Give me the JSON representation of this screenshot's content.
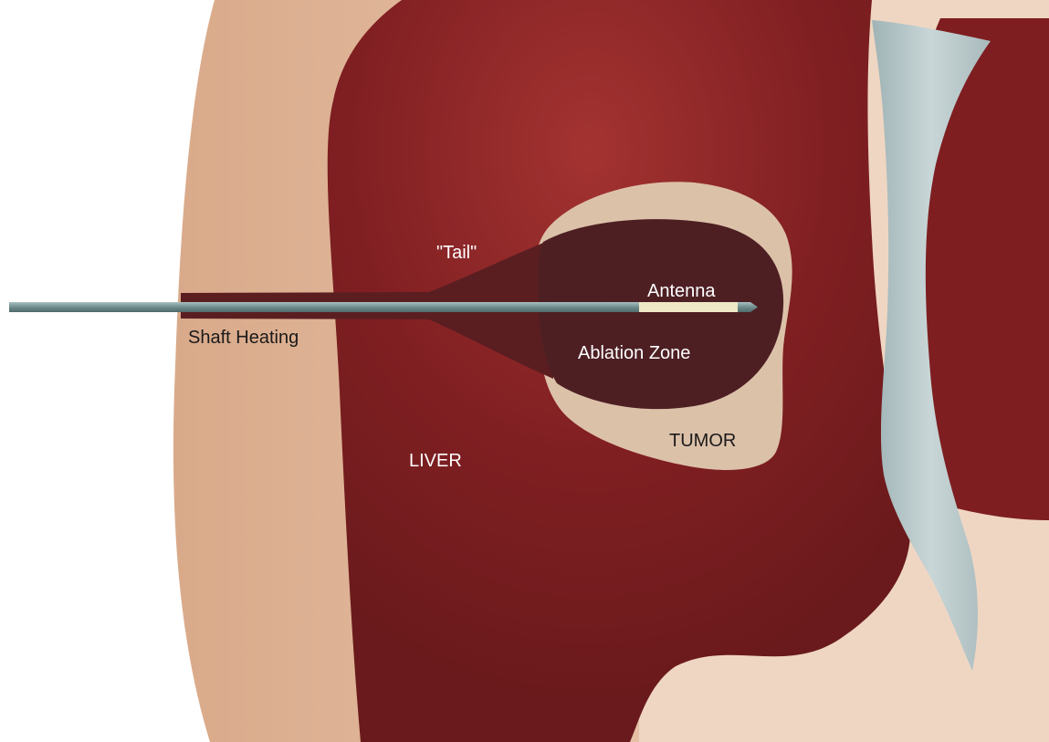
{
  "labels": {
    "tail": "\"Tail\"",
    "antenna": "Antenna",
    "shaft_heating": "Shaft Heating",
    "ablation_zone": "Ablation Zone",
    "tumor": "TUMOR",
    "liver": "LIVER"
  },
  "colors": {
    "skin": "#eac9b0",
    "skin_edge": "#d9a988",
    "liver": "#7d1d20",
    "liver_highlight": "#a12f2e",
    "ablation_zone": "#4c1f22",
    "tail": "#5a1f21",
    "tumor": "#dcc0a8",
    "vessel": "#b8c8c9",
    "needle": "#7e9a9b",
    "antenna": "#efe9c6"
  }
}
